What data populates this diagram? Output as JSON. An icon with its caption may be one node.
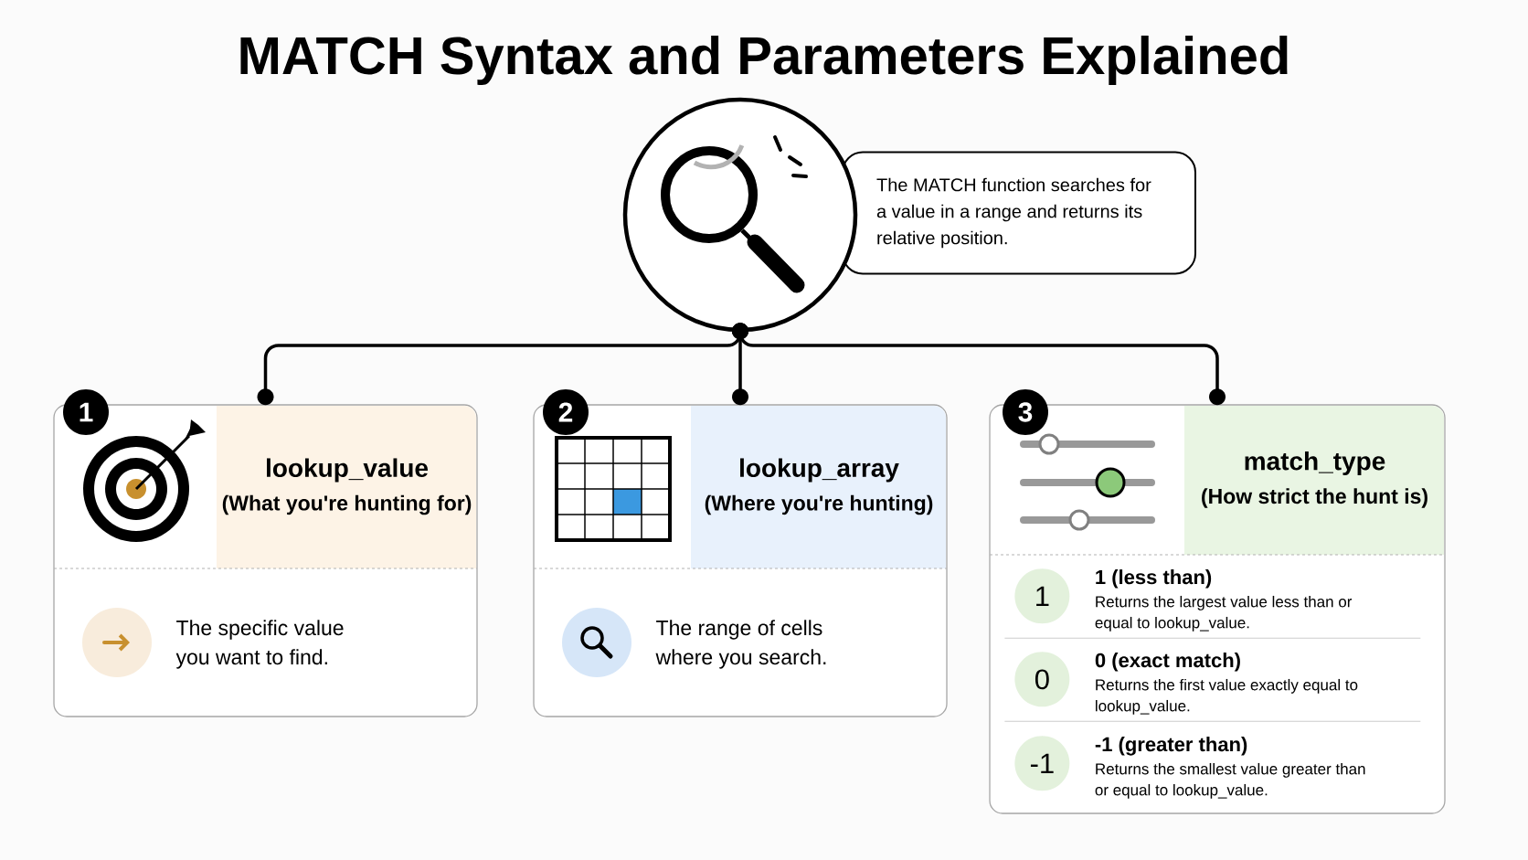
{
  "diagram": {
    "title": "MATCH Syntax and Parameters Explained",
    "nodes": [
      {
        "text": [],
        "shape": "circle"
      },
      {
        "text": [
          "The MATCH function searches for a value in a range and returns its relative position."
        ]
      },
      {
        "text": [
          "lookup_value",
          "(What you're hunting for)",
          "The specific value you want to find."
        ]
      },
      {
        "text": [
          "1"
        ]
      },
      {
        "text": [
          "lookup_array",
          "(Where you're hunting)",
          "The range of cells where you search."
        ]
      },
      {
        "text": [
          "2"
        ]
      },
      {
        "text": [
          "match_type",
          "(How strict the hunt is)"
        ]
      },
      {
        "text": [
          "3"
        ]
      },
      {
        "text": [
          "1"
        ],
        "in": 6,
        "beside": [
          "1 (less than)",
          "Returns the largest value less than or equal to lookup_value."
        ]
      },
      {
        "text": [
          "0"
        ],
        "in": 6,
        "beside": [
          "0 (exact match)",
          "Returns the first value exactly equal to lookup_value."
        ]
      },
      {
        "text": [
          "-1"
        ],
        "in": 6,
        "beside": [
          "-1 (greater than)",
          "Returns the smallest value greater than or equal to lookup_value."
        ]
      }
    ],
    "edges": [
      {
        "from": 0,
        "to": 2,
        "arrow": "other"
      },
      {
        "from": 0,
        "to": 4,
        "arrow": "other"
      },
      {
        "from": 0,
        "to": 6,
        "arrow": "other"
      }
    ]
  }
}
